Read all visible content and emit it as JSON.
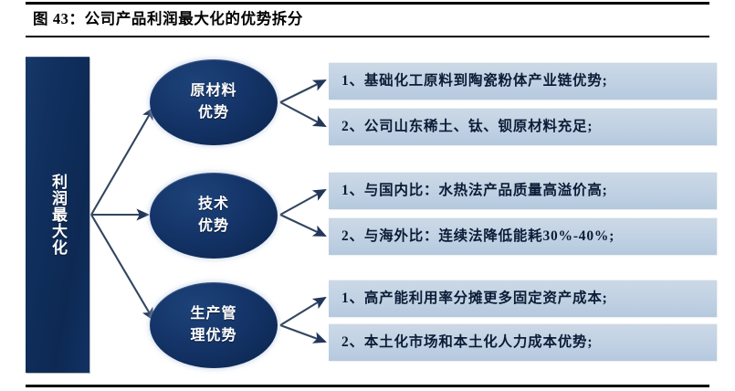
{
  "figure": {
    "title": "图 43：公司产品利润最大化的优势拆分"
  },
  "diagram": {
    "type": "tree-breakdown",
    "root": {
      "label": "利润最大化",
      "orientation": "vertical-text",
      "fill_color": "#11305f",
      "text_color": "#ffffff"
    },
    "branch_fill_color": "#15356a",
    "leaf_fill_color": "#c3d3e4",
    "leaf_text_color": "#0b1c36",
    "connector_color": "#22365a",
    "branches": [
      {
        "label": "原材料\n优势",
        "label_plain": "原材料优势",
        "leaves": [
          "1、基础化工原料到陶瓷粉体产业链优势;",
          "2、公司山东稀土、钛、钡原材料充足;"
        ]
      },
      {
        "label": "技术\n优势",
        "label_plain": "技术优势",
        "leaves": [
          "1、与国内比：水热法产品质量高溢价高;",
          "2、与海外比：连续法降低能耗30%-40%;"
        ]
      },
      {
        "label": "生产管\n理优势",
        "label_plain": "生产管理优势",
        "leaves": [
          "1、高产能利用率分摊更多固定资产成本;",
          "2、本土化市场和本土化人力成本优势;"
        ]
      }
    ]
  }
}
